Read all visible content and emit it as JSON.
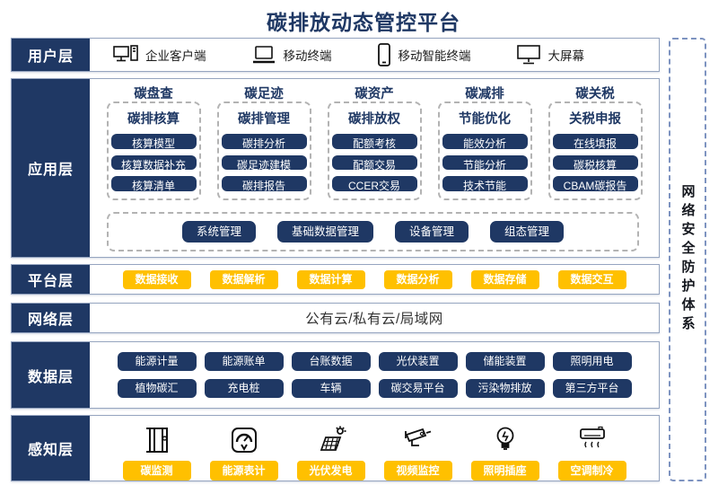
{
  "title": "碳排放动态管控平台",
  "colors": {
    "navy": "#1F3864",
    "yellow": "#FFC000",
    "band_border": "#96a5c0"
  },
  "security_box": {
    "label": "网络安全防护体系"
  },
  "layers": {
    "user": {
      "label": "用户层",
      "items": [
        {
          "icon": "desktop-pc-icon",
          "label": "企业客户端"
        },
        {
          "icon": "laptop-icon",
          "label": "移动终端"
        },
        {
          "icon": "smartphone-icon",
          "label": "移动智能终端"
        },
        {
          "icon": "big-screen-icon",
          "label": "大屏幕"
        }
      ]
    },
    "application": {
      "label": "应用层",
      "columns": [
        {
          "category": "碳盘查",
          "group": "碳排核算",
          "items": [
            "核算模型",
            "核算数据补充",
            "核算清单"
          ]
        },
        {
          "category": "碳足迹",
          "group": "碳排管理",
          "items": [
            "碳排分析",
            "碳足迹建模",
            "碳排报告"
          ]
        },
        {
          "category": "碳资产",
          "group": "碳排放权",
          "items": [
            "配额考核",
            "配额交易",
            "CCER交易"
          ]
        },
        {
          "category": "碳减排",
          "group": "节能优化",
          "items": [
            "能效分析",
            "节能分析",
            "技术节能"
          ]
        },
        {
          "category": "碳关税",
          "group": "关税申报",
          "items": [
            "在线填报",
            "碳税核算",
            "CBAM碳报告"
          ]
        }
      ],
      "common_items": [
        "系统管理",
        "基础数据管理",
        "设备管理",
        "组态管理"
      ]
    },
    "platform": {
      "label": "平台层",
      "items": [
        "数据接收",
        "数据解析",
        "数据计算",
        "数据分析",
        "数据存储",
        "数据交互"
      ]
    },
    "network": {
      "label": "网络层",
      "text": "公有云/私有云/局域网"
    },
    "data": {
      "label": "数据层",
      "rows": [
        [
          "能源计量",
          "能源账单",
          "台账数据",
          "光伏装置",
          "储能装置",
          "照明用电"
        ],
        [
          "植物碳汇",
          "充电桩",
          "车辆",
          "碳交易平台",
          "污染物排放",
          "第三方平台"
        ]
      ]
    },
    "perception": {
      "label": "感知层",
      "items": [
        {
          "icon": "carbon-monitor-icon",
          "label": "碳监测"
        },
        {
          "icon": "meter-gauge-icon",
          "label": "能源表计"
        },
        {
          "icon": "solar-panel-icon",
          "label": "光伏发电"
        },
        {
          "icon": "cctv-camera-icon",
          "label": "视频监控"
        },
        {
          "icon": "light-socket-icon",
          "label": "照明插座"
        },
        {
          "icon": "air-conditioner-icon",
          "label": "空调制冷"
        }
      ]
    }
  }
}
